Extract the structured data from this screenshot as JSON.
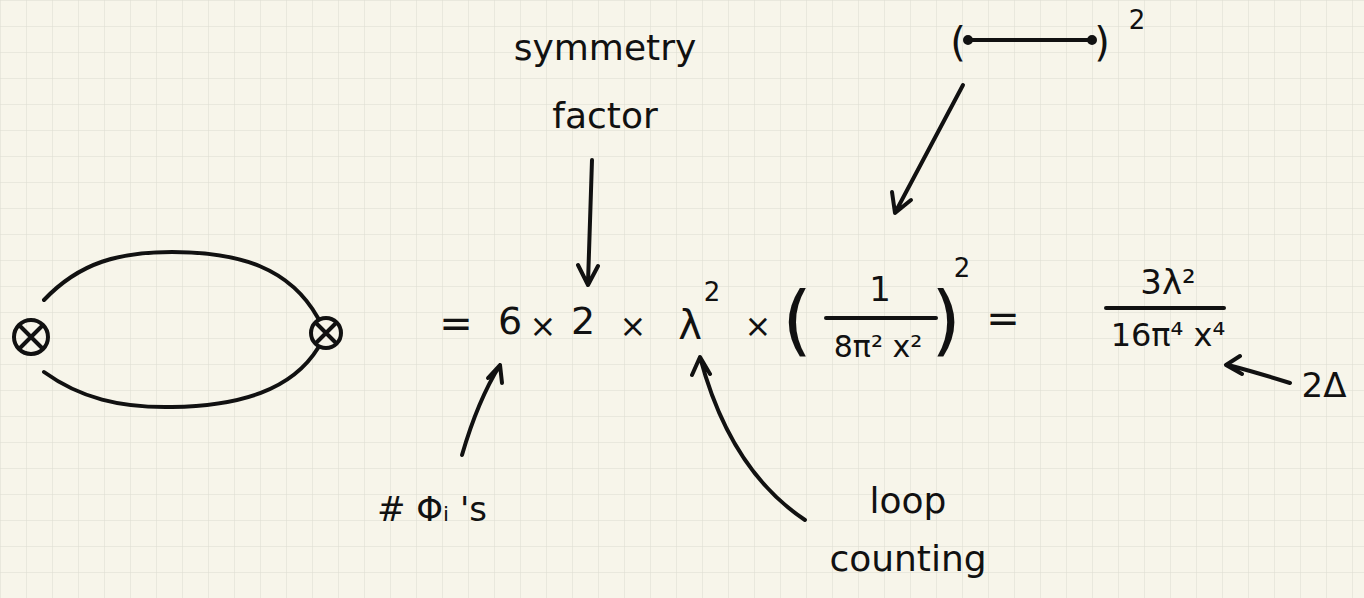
{
  "diagram": {
    "labels": [
      "symmetry factor",
      "(",
      ")",
      "2",
      "=",
      "6",
      "×",
      "2",
      "×",
      "λ",
      "2",
      "×",
      "(",
      "1",
      "8π² x²",
      ")",
      "2",
      "=",
      "3λ²",
      "16π⁴ x⁴",
      "2Δ",
      "# Φᵢ 's",
      "loop counting"
    ]
  }
}
